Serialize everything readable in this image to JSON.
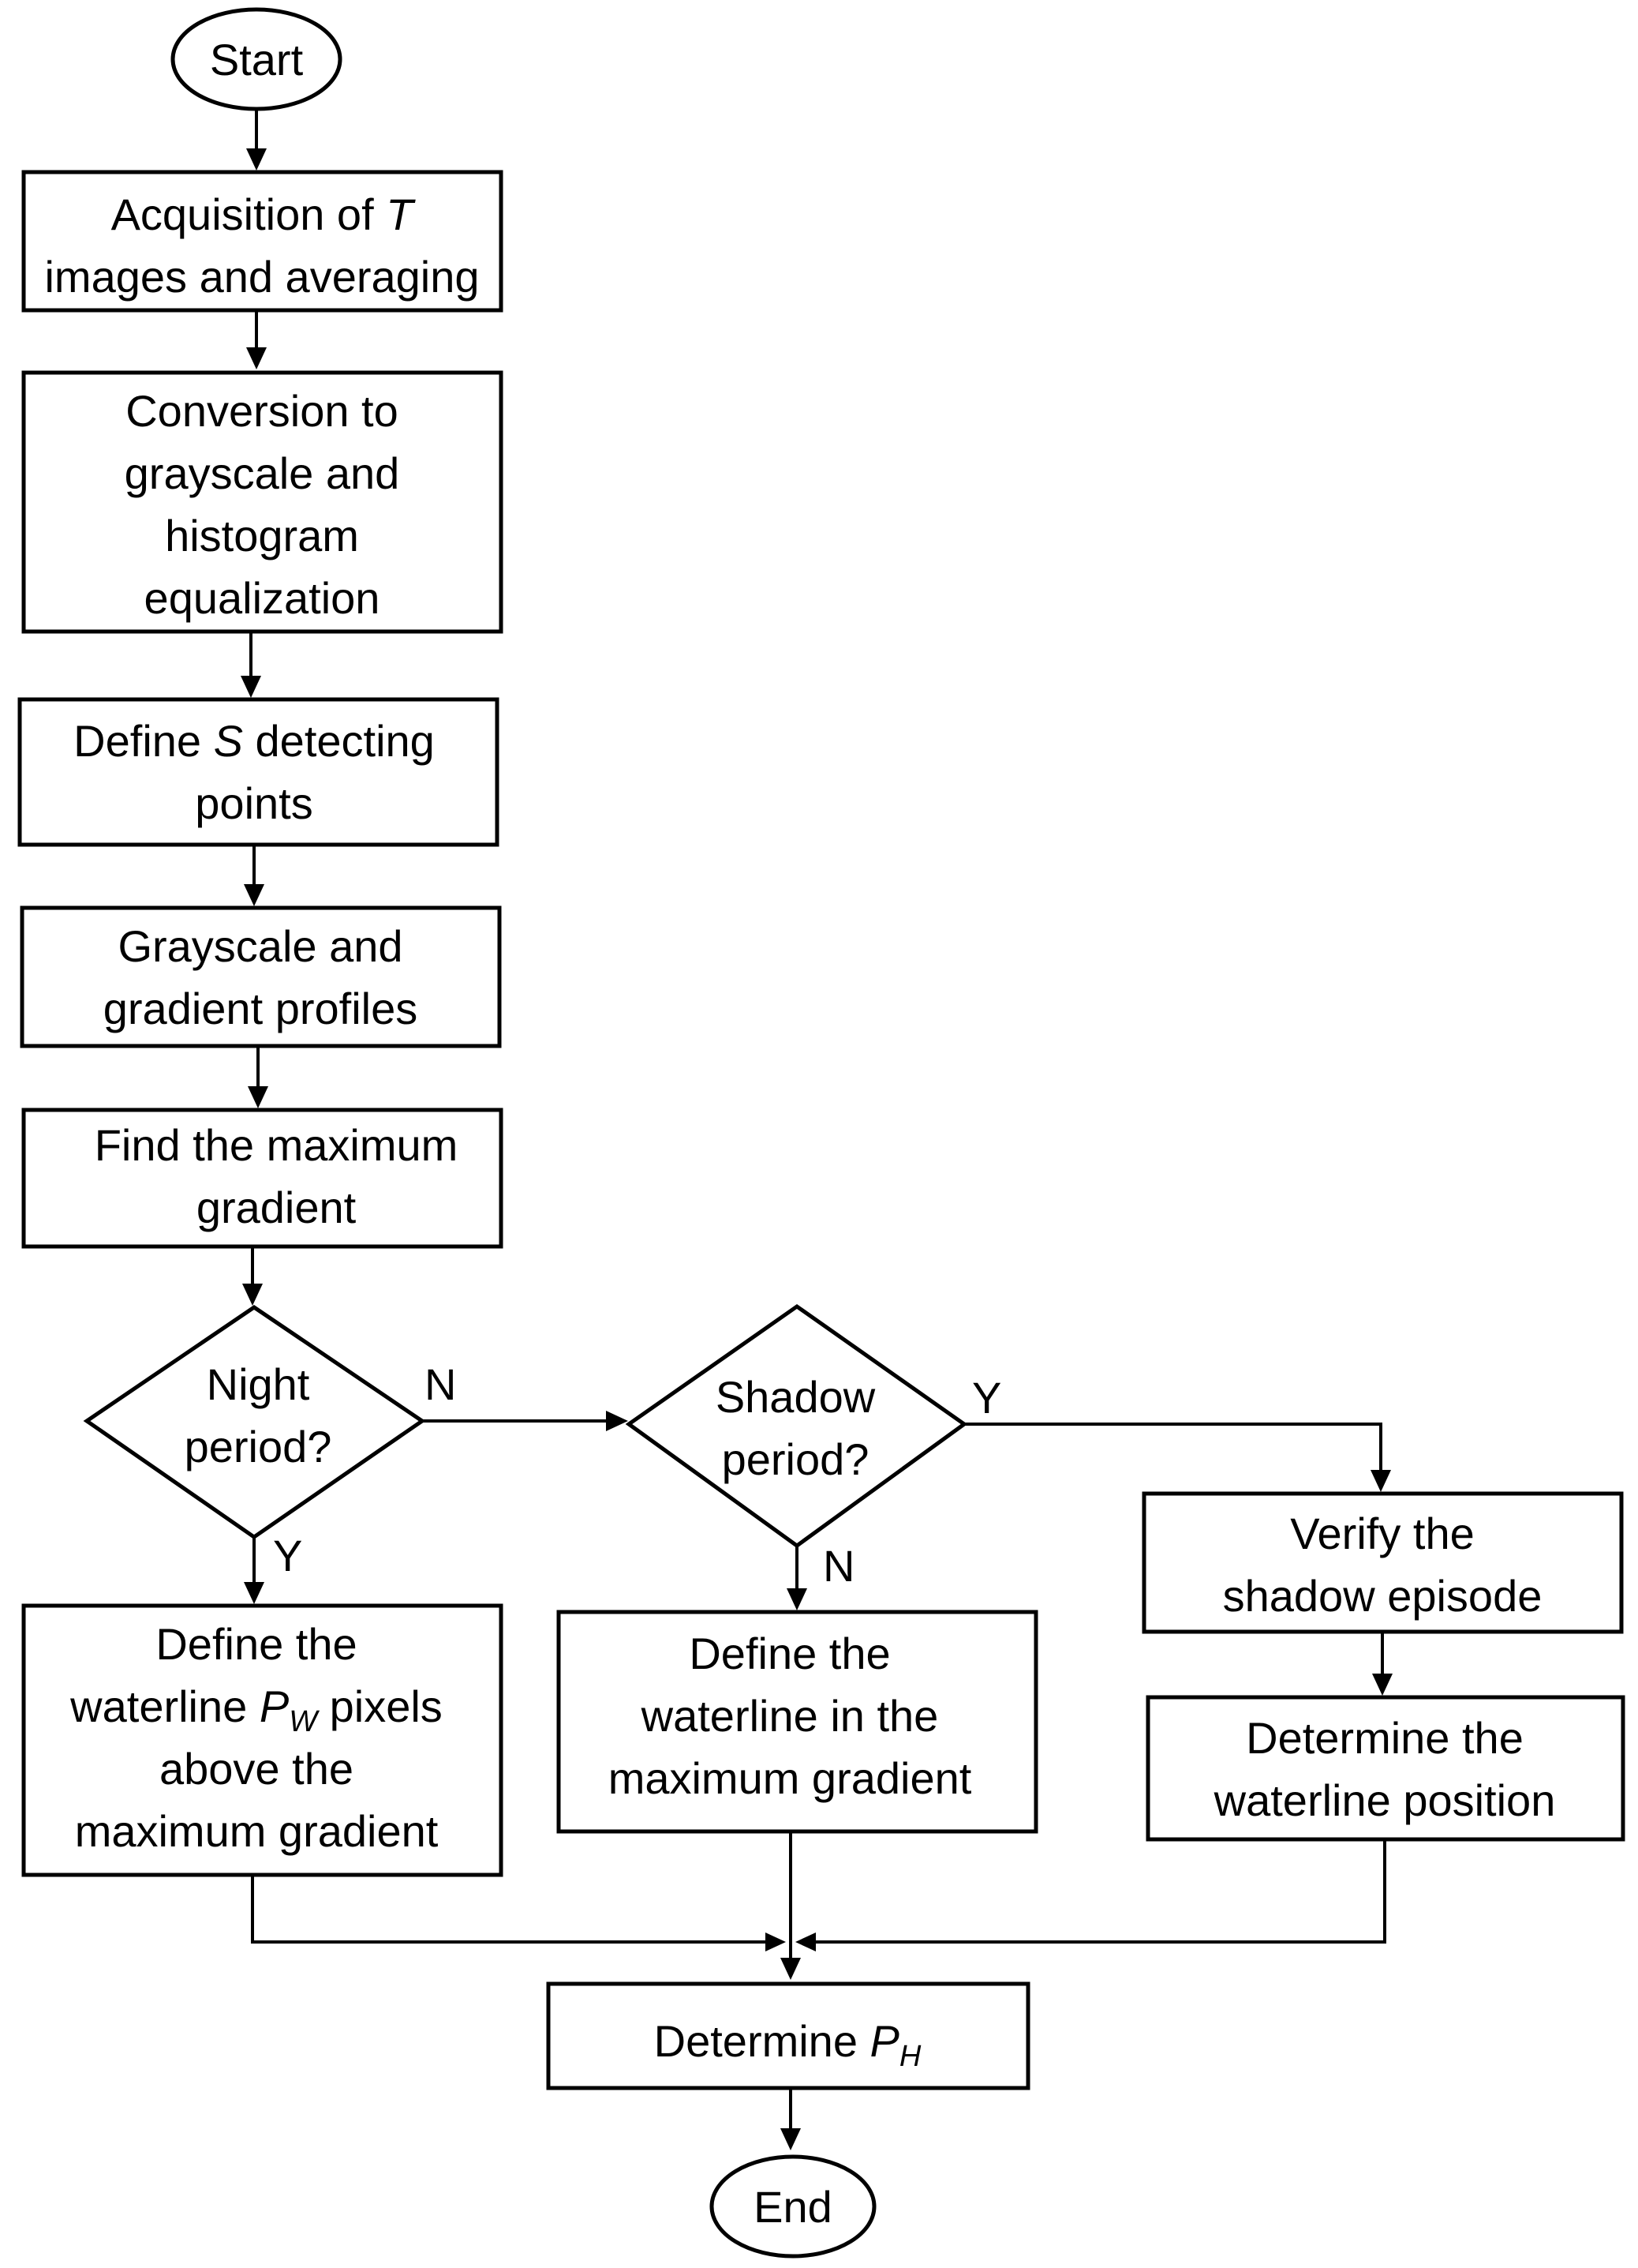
{
  "flowchart": {
    "start": "Start",
    "end": "End",
    "step1": {
      "line1_pre": "Acquisition of ",
      "line1_var": "T",
      "line2": "images and averaging"
    },
    "step2": {
      "line1": "Conversion to",
      "line2": "grayscale and",
      "line3": "histogram",
      "line4": "equalization"
    },
    "step3": {
      "line1_pre": "Define ",
      "line1_var": "S",
      "line1_post": " detecting",
      "line2": "points"
    },
    "step4": {
      "line1": "Grayscale and",
      "line2": "gradient profiles"
    },
    "step5": {
      "line1": "Find the maximum",
      "line2": "gradient"
    },
    "decision_night": {
      "line1": "Night",
      "line2": "period?",
      "label_no": "N",
      "label_yes": "Y"
    },
    "decision_shadow": {
      "line1": "Shadow",
      "line2": "period?",
      "label_yes": "Y",
      "label_no": "N"
    },
    "night_action": {
      "line1": "Define the",
      "line2_pre": "waterline ",
      "line2_var": "P",
      "line2_sub": "W",
      "line2_post": " pixels",
      "line3": "above the",
      "line4": "maximum gradient"
    },
    "shadow_no_action": {
      "line1": "Define the",
      "line2": "waterline in the",
      "line3": "maximum gradient"
    },
    "shadow_verify": {
      "line1": "Verify the",
      "line2": "shadow episode"
    },
    "shadow_position": {
      "line1": "Determine the",
      "line2": "waterline position"
    },
    "final": {
      "pre": "Determine ",
      "var": "P",
      "sub": "H"
    }
  }
}
